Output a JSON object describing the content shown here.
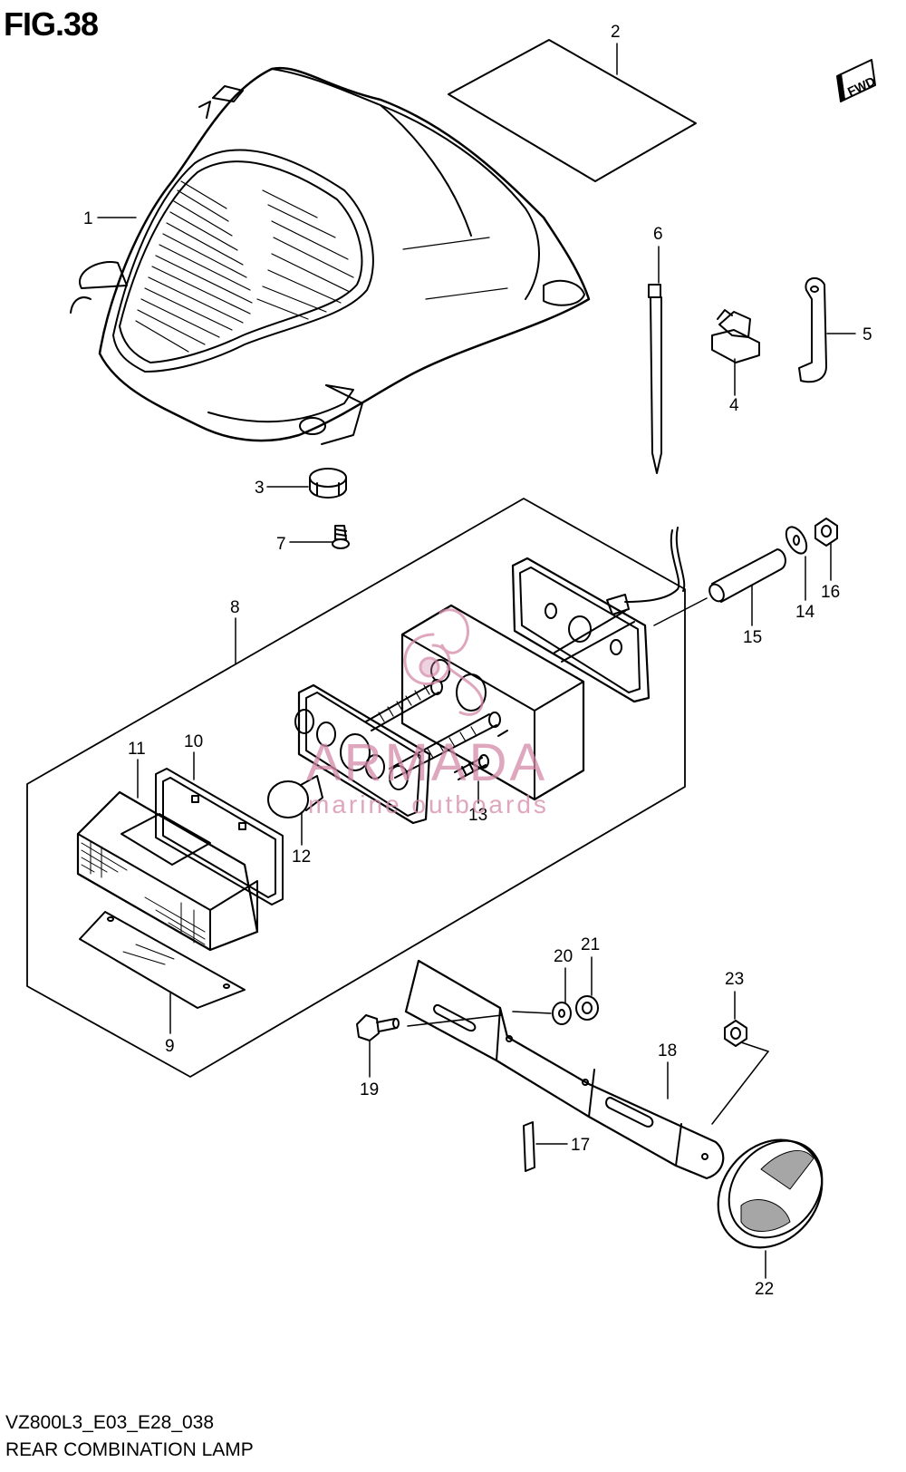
{
  "figure": {
    "title": "FIG.38"
  },
  "direction_badge": {
    "label": "FWD"
  },
  "footer": {
    "code": "VZ800L3_E03_E28_038",
    "name": "REAR COMBINATION LAMP"
  },
  "watermark": {
    "name": "ARMADA",
    "subtitle": "marine outboards",
    "color": "#d48aa8"
  },
  "callouts": [
    "1",
    "2",
    "3",
    "4",
    "5",
    "6",
    "7",
    "8",
    "9",
    "10",
    "11",
    "12",
    "13",
    "14",
    "15",
    "16",
    "17",
    "18",
    "19",
    "20",
    "21",
    "22",
    "23"
  ]
}
